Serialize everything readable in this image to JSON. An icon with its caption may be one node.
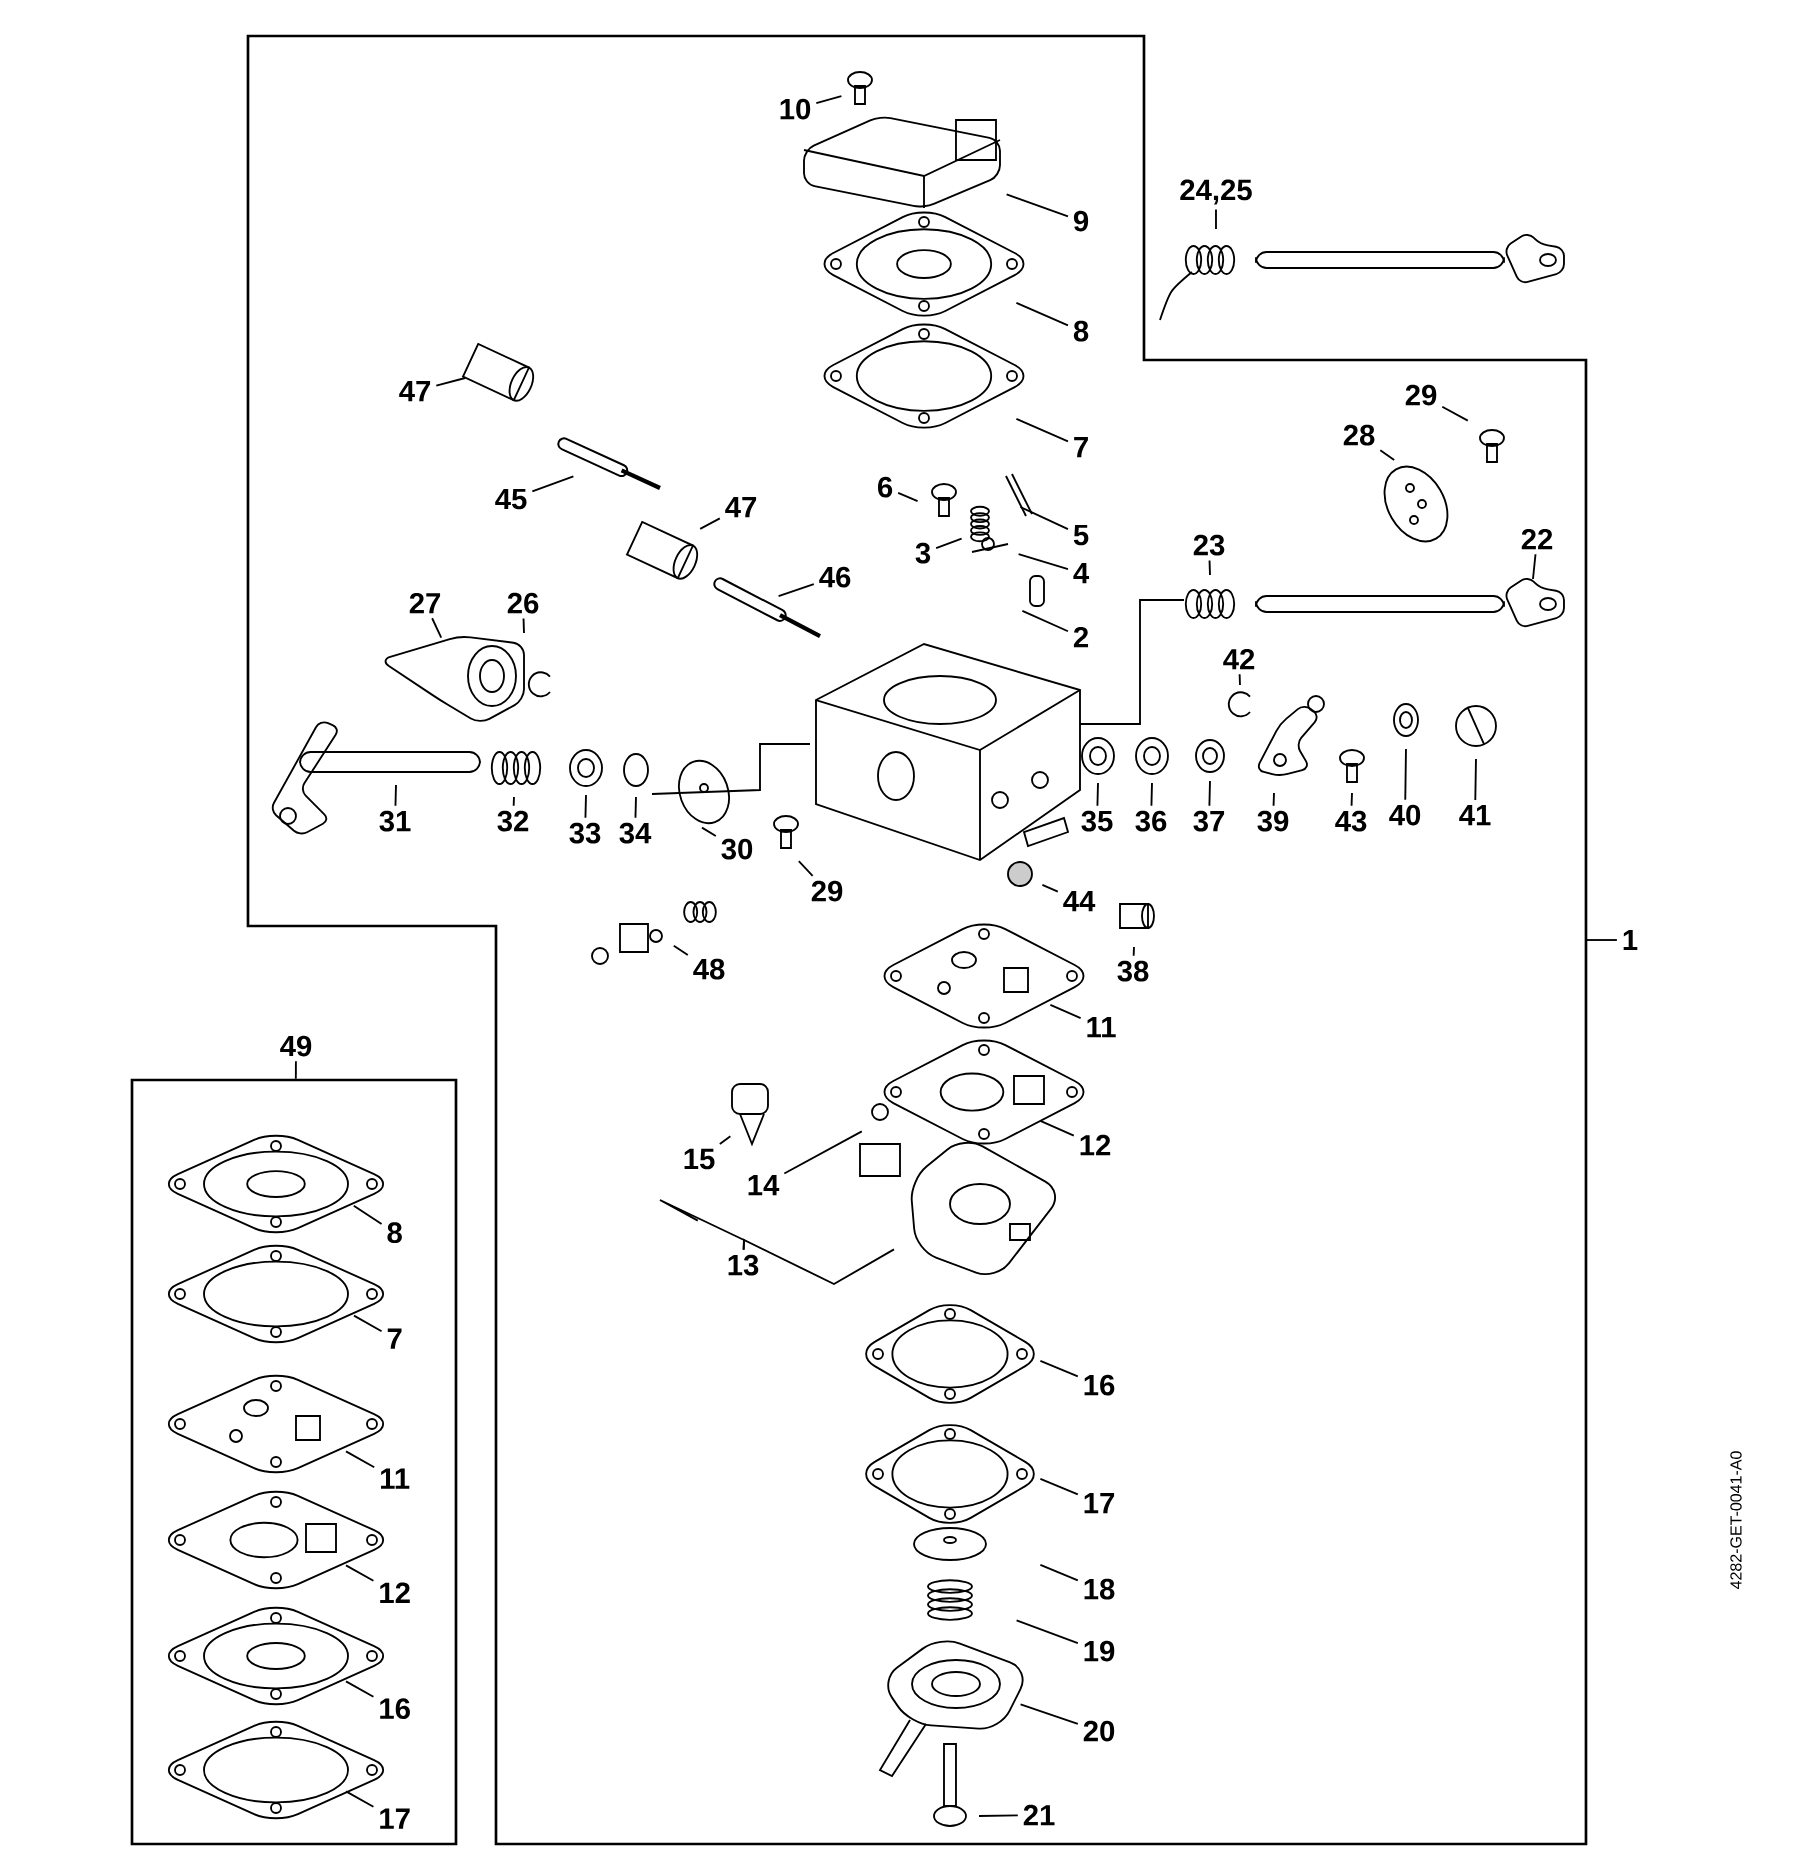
{
  "diagram": {
    "nodes": [
      {
        "text": [],
        "shape": "box"
      },
      {
        "text": [
          "10"
        ],
        "in": 0
      },
      {
        "text": [
          "24,25"
        ]
      },
      {
        "text": [
          "9"
        ],
        "in": 0
      },
      {
        "text": [
          "8"
        ],
        "in": 0
      },
      {
        "text": [
          "7"
        ],
        "in": 0
      },
      {
        "text": [
          "47"
        ],
        "in": 0
      },
      {
        "text": [
          "29"
        ],
        "in": 0
      },
      {
        "text": [
          "28"
        ],
        "in": 0
      },
      {
        "text": [
          "6"
        ],
        "in": 0
      },
      {
        "text": [
          "45"
        ],
        "in": 0
      },
      {
        "text": [
          "5"
        ],
        "in": 0
      },
      {
        "text": [
          "47"
        ],
        "in": 0
      },
      {
        "text": [
          "23"
        ],
        "in": 0
      },
      {
        "text": [
          "22"
        ],
        "in": 0
      },
      {
        "text": [
          "3"
        ],
        "in": 0
      },
      {
        "text": [
          "46"
        ],
        "in": 0
      },
      {
        "text": [
          "4"
        ],
        "in": 0
      },
      {
        "text": [
          "27"
        ],
        "in": 0
      },
      {
        "text": [
          "26"
        ],
        "in": 0
      },
      {
        "text": [
          "2"
        ],
        "in": 0
      },
      {
        "text": [
          "42"
        ],
        "in": 0
      },
      {
        "text": [
          "31"
        ],
        "in": 0
      },
      {
        "text": [
          "32"
        ],
        "in": 0
      },
      {
        "text": [
          "33"
        ],
        "in": 0
      },
      {
        "text": [
          "34"
        ],
        "in": 0
      },
      {
        "text": [
          "30"
        ],
        "in": 0
      },
      {
        "text": [
          "29"
        ],
        "in": 0
      },
      {
        "text": [
          "35"
        ],
        "in": 0
      },
      {
        "text": [
          "36"
        ],
        "in": 0
      },
      {
        "text": [
          "37"
        ],
        "in": 0
      },
      {
        "text": [
          "39"
        ],
        "in": 0
      },
      {
        "text": [
          "43"
        ],
        "in": 0
      },
      {
        "text": [
          "40"
        ],
        "in": 0
      },
      {
        "text": [
          "41"
        ],
        "in": 0
      },
      {
        "text": [
          "44"
        ],
        "in": 0
      },
      {
        "text": [
          "1"
        ]
      },
      {
        "text": [
          "38"
        ],
        "in": 0
      },
      {
        "text": [
          "48"
        ],
        "in": 0
      },
      {
        "text": [
          "11"
        ],
        "in": 0
      },
      {
        "text": [
          "49"
        ]
      },
      {
        "text": [],
        "shape": "box"
      },
      {
        "text": [
          "12"
        ],
        "in": 0
      },
      {
        "text": [
          "15"
        ],
        "in": 0
      },
      {
        "text": [
          "14"
        ],
        "in": 0
      },
      {
        "text": [
          "8"
        ],
        "in": 41
      },
      {
        "text": [
          "13"
        ],
        "in": 0
      },
      {
        "text": [
          "7"
        ],
        "in": 41
      },
      {
        "text": [
          "16"
        ],
        "in": 0
      },
      {
        "text": [
          "11"
        ],
        "in": 41
      },
      {
        "text": [
          "17"
        ],
        "in": 0
      },
      {
        "text": [
          "18"
        ],
        "in": 0
      },
      {
        "text": [
          "12"
        ],
        "in": 41
      },
      {
        "text": [
          "19"
        ],
        "in": 0
      },
      {
        "text": [
          "20"
        ],
        "in": 0
      },
      {
        "text": [
          "16"
        ],
        "in": 41
      },
      {
        "text": [
          "21"
        ],
        "in": 0
      },
      {
        "text": [
          "17"
        ],
        "in": 41
      }
    ],
    "edges": [
      {
        "from": 1,
        "to": null,
        "arrow": "none"
      },
      {
        "from": 2,
        "to": null,
        "arrow": "none"
      },
      {
        "from": 3,
        "to": null,
        "arrow": "none"
      },
      {
        "from": 4,
        "to": null,
        "arrow": "none"
      },
      {
        "from": 5,
        "to": null,
        "arrow": "none"
      },
      {
        "from": 6,
        "to": null,
        "arrow": "none"
      },
      {
        "from": 7,
        "to": null,
        "arrow": "none"
      },
      {
        "from": 8,
        "to": null,
        "arrow": "none"
      },
      {
        "from": 9,
        "to": null,
        "arrow": "none"
      },
      {
        "from": 10,
        "to": null,
        "arrow": "none"
      },
      {
        "from": 11,
        "to": null,
        "arrow": "none"
      },
      {
        "from": 12,
        "to": null,
        "arrow": "none"
      },
      {
        "from": 13,
        "to": null,
        "arrow": "none"
      },
      {
        "from": 14,
        "to": null,
        "arrow": "none"
      },
      {
        "from": 15,
        "to": null,
        "arrow": "none"
      },
      {
        "from": 16,
        "to": null,
        "arrow": "none"
      },
      {
        "from": 17,
        "to": null,
        "arrow": "none"
      },
      {
        "from": 18,
        "to": null,
        "arrow": "none"
      },
      {
        "from": 19,
        "to": null,
        "arrow": "none"
      },
      {
        "from": 20,
        "to": null,
        "arrow": "none"
      },
      {
        "from": 21,
        "to": null,
        "arrow": "none"
      },
      {
        "from": 22,
        "to": null,
        "arrow": "none"
      },
      {
        "from": 23,
        "to": null,
        "arrow": "none"
      },
      {
        "from": 24,
        "to": null,
        "arrow": "none"
      },
      {
        "from": 25,
        "to": null,
        "arrow": "none"
      },
      {
        "from": 26,
        "to": null,
        "arrow": "none"
      },
      {
        "from": 27,
        "to": null,
        "arrow": "none"
      },
      {
        "from": 28,
        "to": null,
        "arrow": "none"
      },
      {
        "from": 29,
        "to": null,
        "arrow": "none"
      },
      {
        "from": 30,
        "to": null,
        "arrow": "none"
      },
      {
        "from": 31,
        "to": null,
        "arrow": "none"
      },
      {
        "from": 32,
        "to": null,
        "arrow": "none"
      },
      {
        "from": 33,
        "to": null,
        "arrow": "none"
      },
      {
        "from": 34,
        "to": null,
        "arrow": "none"
      },
      {
        "from": 35,
        "to": null,
        "arrow": "none"
      },
      {
        "from": 36,
        "to": 0,
        "arrow": "none"
      },
      {
        "from": 37,
        "to": null,
        "arrow": "none"
      },
      {
        "from": 38,
        "to": null,
        "arrow": "none"
      },
      {
        "from": 39,
        "to": null,
        "arrow": "none"
      },
      {
        "from": 40,
        "to": 41,
        "arrow": "none"
      },
      {
        "from": 42,
        "to": null,
        "arrow": "none"
      },
      {
        "from": 43,
        "to": null,
        "arrow": "none"
      },
      {
        "from": 44,
        "to": null,
        "arrow": "none"
      },
      {
        "from": 45,
        "to": null,
        "arrow": "none"
      },
      {
        "from": 46,
        "to": null,
        "arrow": "none"
      },
      {
        "from": 46,
        "to": null,
        "arrow": "none"
      },
      {
        "from": 47,
        "to": null,
        "arrow": "none"
      },
      {
        "from": 48,
        "to": null,
        "arrow": "none"
      },
      {
        "from": 49,
        "to": null,
        "arrow": "none"
      },
      {
        "from": 50,
        "to": null,
        "arrow": "none"
      },
      {
        "from": 51,
        "to": null,
        "arrow": "none"
      },
      {
        "from": 52,
        "to": null,
        "arrow": "none"
      },
      {
        "from": 53,
        "to": null,
        "arrow": "none"
      },
      {
        "from": 54,
        "to": null,
        "arrow": "none"
      },
      {
        "from": 55,
        "to": null,
        "arrow": "none"
      },
      {
        "from": 56,
        "to": null,
        "arrow": "none"
      },
      {
        "from": 57,
        "to": null,
        "arrow": "none"
      }
    ],
    "labels": [
      "4282-GET-0041-A0"
    ]
  }
}
